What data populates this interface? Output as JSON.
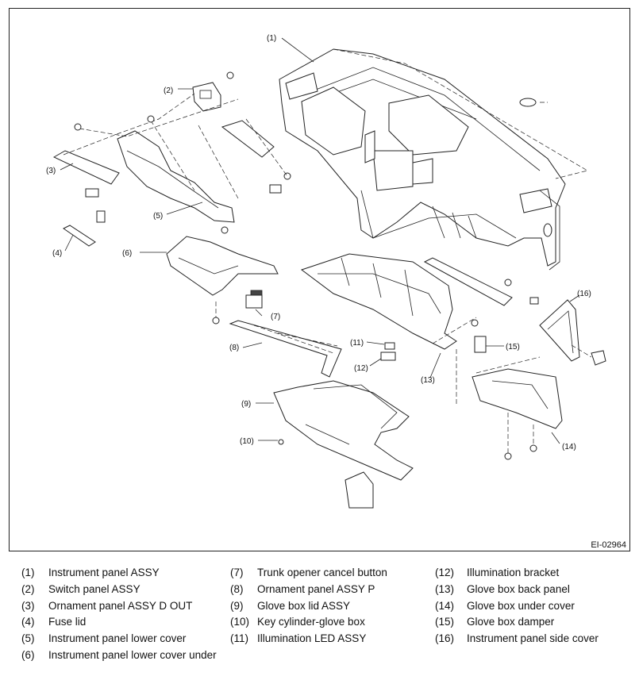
{
  "figure_id": "EI-02964",
  "callouts": [
    "(1)",
    "(2)",
    "(3)",
    "(4)",
    "(5)",
    "(6)",
    "(7)",
    "(8)",
    "(9)",
    "(10)",
    "(11)",
    "(12)",
    "(13)",
    "(14)",
    "(15)",
    "(16)"
  ],
  "legend": [
    {
      "num": "(1)",
      "text": "Instrument panel ASSY"
    },
    {
      "num": "(2)",
      "text": "Switch panel ASSY"
    },
    {
      "num": "(3)",
      "text": "Ornament panel ASSY D OUT"
    },
    {
      "num": "(4)",
      "text": "Fuse lid"
    },
    {
      "num": "(5)",
      "text": "Instrument panel lower cover"
    },
    {
      "num": "(6)",
      "text": "Instrument panel lower cover under"
    },
    {
      "num": "(7)",
      "text": "Trunk opener cancel button"
    },
    {
      "num": "(8)",
      "text": "Ornament panel ASSY P"
    },
    {
      "num": "(9)",
      "text": "Glove box lid ASSY"
    },
    {
      "num": "(10)",
      "text": "Key cylinder-glove box"
    },
    {
      "num": "(11)",
      "text": "Illumination LED ASSY"
    },
    {
      "num": "(12)",
      "text": "Illumination bracket"
    },
    {
      "num": "(13)",
      "text": "Glove box back panel"
    },
    {
      "num": "(14)",
      "text": "Glove box under cover"
    },
    {
      "num": "(15)",
      "text": "Glove box damper"
    },
    {
      "num": "(16)",
      "text": "Instrument panel side cover"
    }
  ]
}
